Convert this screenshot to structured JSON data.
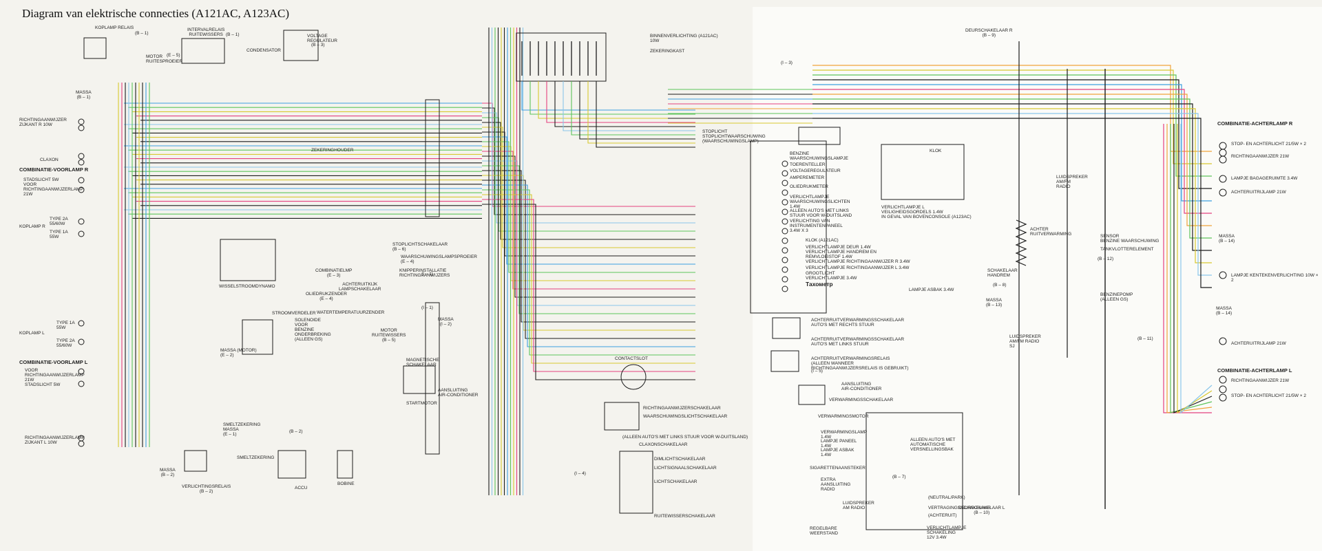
{
  "title": "Diagram van elektrische connecties (A121AC, A123AC)",
  "labels": {
    "koplamp_relais": "KOPLAMP RELAIS",
    "b1a": "(B – 1)",
    "interval_relais": "INTERVALRELAIS\nRUITEWISSERS",
    "b1b": "(B – 1)",
    "motor_ruitesproeier": "MOTOR\nRUITESPROEIER",
    "e5a": "(E – 5)",
    "condensator": "CONDENSATOR",
    "voltage_regulateur": "VOLTAGE\nREGULATEUR",
    "b3": "(B – 3)",
    "massa_b1": "MASSA\n(B – 1)",
    "richting_r": "RICHTINGAANWIJZER\nZIJKANT R 10W",
    "claxon": "CLAXON",
    "comb_voorlamp_r": "COMBINATIE-VOORLAMP R",
    "stadslicht_r": "STADSLICHT 5W\nVOOR\nRICHTINGAANWIJZERLAMP\n21W",
    "type2a": "TYPE 2A\n55/60W",
    "koplamp_r": "KOPLAMP R",
    "type1a": "TYPE 1A\n55W",
    "zekeringhouder": "ZEKERINGHOUDER",
    "wisselstroomdynamo": "WISSELSTROOMDYNAMO",
    "combinatielamp": "COMBINATIELMP\n(E – 3)",
    "oliedrukzender": "OLIEDRUKZENDER\n(E – 4)",
    "achteruitlamp_sch": "ACHTERUITKIJK\nLAMPSCHAKELAAR",
    "stoplichtschakelaar": "STOPLICHTSCHAKELAAR\n(B – 6)",
    "waarschuwingslamp": "WAARSCHUWINGSLAMPSPROEIER\n(E – 4)",
    "knipperinstallatie": "KNIPPERINSTALLATIE\nRICHTINGAANWIJZERS",
    "i1": "(I – 1)",
    "i1b": "(I – 1)",
    "massa_i2": "MASSA\n(I – 2)",
    "motor_ruitewissers": "MOTOR\nRUITEWISSERS\n(B – 5)",
    "stroomverdeler": "STROOMVERDELER",
    "solenoide": "SOLENOIDE\nVOOR\nBENZINE\nONDERBREKING\n(ALLEEN GS)",
    "watertemp": "WATERTEMPERATUURZENDER",
    "koplamp_l": "KOPLAMP L",
    "type1a_l": "TYPE 1A\n55W",
    "type2a_l": "TYPE 2A\n55/60W",
    "massa_motor": "MASSA (MOTOR)\n(E – 2)",
    "comb_voorlamp_l": "COMBINATIE-VOORLAMP L",
    "stadslicht_l": "VOOR\nRICHTINGAANWIJZERLAMP\n21W\nSTADSLICHT 5W",
    "magnetische": "MAGNETISCHE\nSCHAKELAAR",
    "aansluiting_ac": "AANSLUITING\nAIR-CONDITIONER",
    "startmotor": "STARTMOTOR",
    "smeltzekering": "SMELTZEKERING\nMASSA\n(E – 1)",
    "smeltzekering2": "SMELTZEKERING",
    "b2": "(B – 2)",
    "richting_l": "RICHTINGAANWIJZERLAMP\nZIJKANT L 10W",
    "massa_b2": "MASSA\n(B – 2)",
    "verlichtingsrelais": "VERLICHTINGSRELAIS\n(B – 2)",
    "accu": "ACCU",
    "bobine": "BOBINE",
    "binnenverlichting": "BINNENVERLICHTING (A121AC)\n10W",
    "zekeringkast": "ZEKERINGKAST",
    "contactslot": "CONTACTSLOT",
    "alleen_links": "(ALLEEN AUTO'S MET LINKS STUUR VOOR W-DUITSLAND)",
    "claxonschakelaar": "CLAXONSCHAKELAAR",
    "dimlichtschakelaar": "DIMLICHTSCHAKELAAR",
    "lichtsignaal": "LICHTSIGNAALSCHAKELAAR",
    "lichtschakelaar": "LICHTSCHAKELAAR",
    "ruitewisserschakelaar": "RUITEWISSERSCHAKELAAR",
    "i4": "(I – 4)",
    "richting_sch": "RICHTINGAANWIJZERSCHAKELAAR",
    "waarschuwing_sch": "WAARSCHUWINGSLICHTSCHAKELAAR",
    "i3": "(I – 3)",
    "stoplicht_stopl": "STOPLICHT\nSTOPLICHTWAARSCHUWING\n(WAARSCHUWINGSLAMP)",
    "benzine": "BENZINE\nWAARSCHUWINGSLAMPJE",
    "toerenteller": "TOERENTELLER",
    "voltage_reg": "VOLTAGEREGULATEUR",
    "ampere": "AMPEREMETER",
    "oliedrukmeter": "OLIEDRUKMETER",
    "verlicht_waarsch": "VERLICHTLAMPJE\nWAARSCHUWINGSLICHTEN\n1.4W",
    "alleen_autos": "ALLEEN AUTO'S MET LINKS\nSTUUR VOOR W-DUITSLAND",
    "verlichting_instr": "VERLICHTING VAN\nINSTRUMENTENPANEEL\n3.4W x 3",
    "klok_a121": "KLOK (A121AC)",
    "verlicht_deur": "VERLICHTLAMPJE DEUR 1.4W",
    "verlicht_hand": "VERLICHTLAMPJE HANDREM EN\nREMVLOEISTOF 1.4W",
    "verlicht_richting_r": "VERLICHTLAMPJE RICHTINGAANWIJZER R 3.4W",
    "verlicht_richting_l": "VERLICHTLAMPJE RICHTINGAANWIJZER L 3.4W",
    "grootlicht": "GROOTLICHT\nVERLICHTLAMPJE 3.4W",
    "tachometer": "Тахометр",
    "klok": "KLOK",
    "verlicht_lampje_l": "VERLICHTLAMPJE L\nVEILIGHEIDSGORDELS 1.4W",
    "in_geval": "IN GEVAL VAN BOVENCONSOLE (A123AC)",
    "achterruit_r": "ACHTERRUITVERWARMINGSSCHAKELAAR\nAUTO'S MET RECHTS STUUR",
    "achterruit_l": "ACHTERRUITVERWARMINGSSCHAKELAAR\nAUTO'S MET LINKS STUUR",
    "achterruitrelais": "ACHTERRUITVERWARMINGSRELAIS\n(ALLEEN WANNEER\nRICHTINGAANWIJZERSRELAIS IS GEBRUIKT)",
    "i5": "(I – 5)",
    "aansluiting_ac2": "AANSLUITING\nAIR-CONDITIONER",
    "verwarmingsschakelaar": "VERWARMINGSSCHAKELAAR",
    "verwarmingsmotor": "VERWARMINGSMOTOR",
    "verwarmingslamp": "VERWARMINGSLAMP\n1.4W",
    "lampje_paneel": "LAMPJE PANEEL\n1.4W",
    "lampje_asbak": "LAMPJE ASBAK\n1.4W",
    "sigarettenaansteker": "SIGARETTENAANSTEKER",
    "extra_aansluiting": "EXTRA\nAANSLUITING\nRADIO",
    "luidspreker_am": "LUIDSPREKER\nAM RADIO",
    "regelbare": "REGELBARE\nWEERSTAND",
    "alleen_auto_automatisch": "ALLEEN AUTO'S MET\nAUTOMATISCHE\nVERSNELLINGSBAK",
    "b7": "(B – 7)",
    "neutral": "(NEUTRAL/PARK)",
    "vertraging": "VERTRAGINGSSCHAKELAAR",
    "achteruit": "(ACHTERUIT)",
    "verlicht_schakel": "VERLICHTLAMPJE\nSCHAKELING\n12V 3.4W",
    "deurschakelaar_r": "DEURSCHAKELAAR R\n(B – 9)",
    "deurschakelaar_l": "DEURSCHAKELAAR L\n(B – 10)",
    "luidspreker_r": "LUIDSPREKER\nAM/FM\nRADIO",
    "achterruitverwarming": "ACHTER\nRUITVERWARMING",
    "schakelaar_handrem": "SCHAKELAAR\nHANDREM",
    "b8": "(B – 8)",
    "lampje_asbak2": "LAMPJE ASBAK 3.4W",
    "massa_b13": "MASSA\n(B – 13)",
    "luidspreker_sj": "LUIDSPREKER\nAM/FM RADIO\nSJ",
    "sensor": "SENSOR\nBENZINE WAARSCHUWING",
    "tankvlotter": "TANKVLOTTERELEMENT",
    "b12": "(B – 12)",
    "benzinepomp": "BENZINEPOMP\n(ALLEEN GS)",
    "b11": "(B – 11)",
    "comb_achter_r": "COMBINATIE-ACHTERLAMP R",
    "stop_achter_r": "STOP- EN ACHTERLICHT 21/5W × 2",
    "richting_achter_r": "RICHTINGAANWIJZER 21W",
    "lampje_bagage": "LAMPJE BAGAGERUIMTE 3.4W",
    "achteruitlamp_r": "ACHTERUITRIJLAMP 21W",
    "massa_b14": "MASSA\n(B – 14)",
    "lampje_kenteken": "LAMPJE KENTEKENVERLICHTING 10W × 2",
    "massa_b14b": "MASSA\n(B – 14)",
    "achteruitlamp_l": "ACHTERUITRIJLAMP 21W",
    "comb_achter_l": "COMBINATIE-ACHTERLAMP L",
    "richting_achter_l": "RICHTINGAANWIJZER 21W",
    "stop_achter_l": "STOP- EN ACHTERLICHT 21/5W × 2"
  },
  "colors": {
    "background": "#f4f3ee",
    "panel": "#fbfbf8",
    "wire_black": "#1b1b1b",
    "wire_blue": "#3d9fe0",
    "wire_red": "#e4407f",
    "wire_green": "#5cc45a",
    "wire_yellow": "#d8c830",
    "wire_orange": "#f0a23a",
    "wire_lightblue": "#8ac6ea"
  }
}
